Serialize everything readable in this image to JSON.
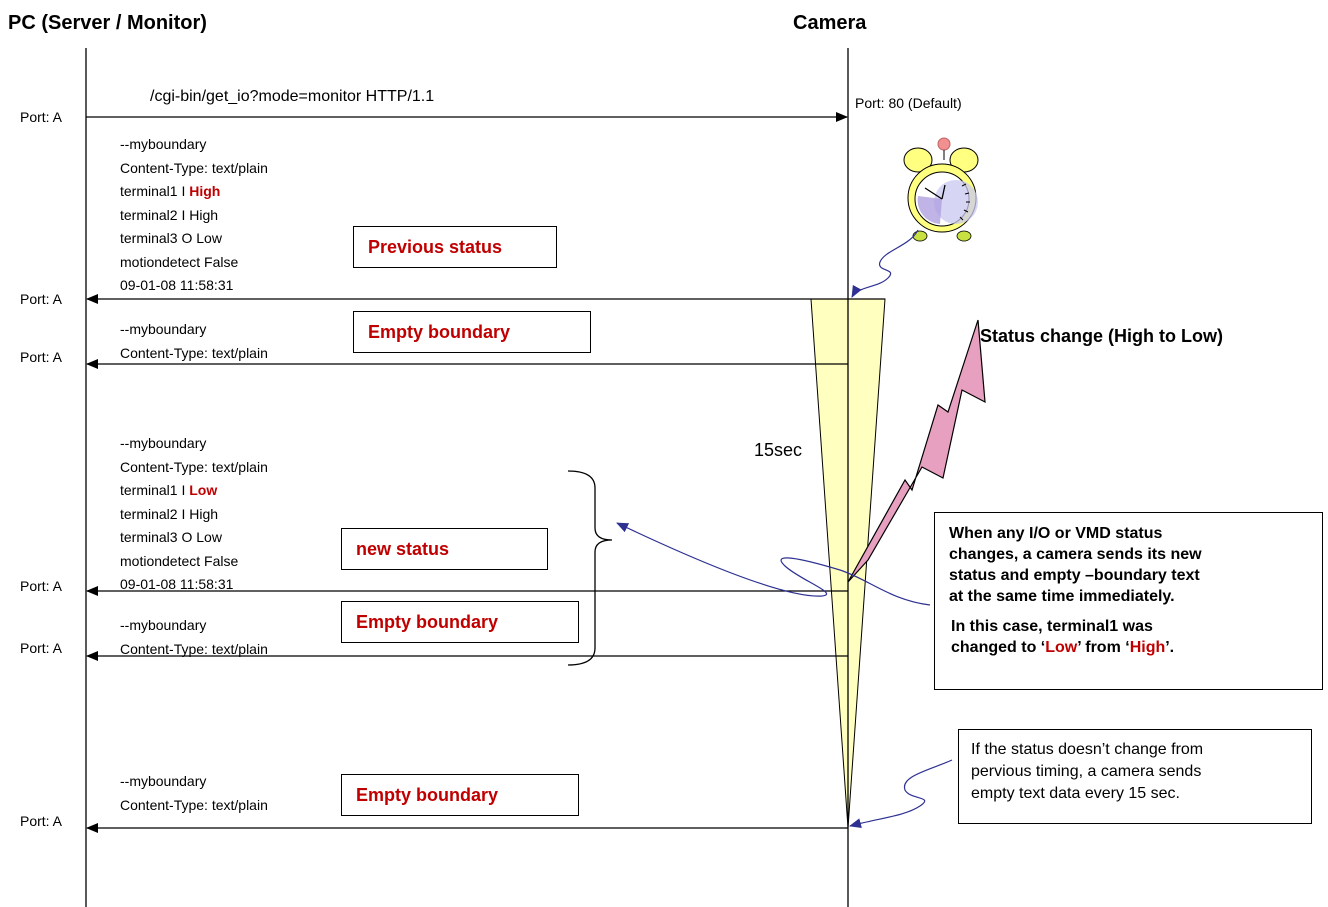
{
  "headers": {
    "left": "PC (Server / Monitor)",
    "right": "Camera"
  },
  "ports": {
    "pc": "Port: A",
    "camera": "Port: 80 (Default)"
  },
  "request": "/cgi-bin/get_io?mode=monitor HTTP/1.1",
  "previous_block": {
    "boundary": "--myboundary",
    "content_type": "Content-Type: text/plain",
    "t1_prefix": "terminal1 I ",
    "t1_value": "High",
    "t2": "terminal2 I High",
    "t3": "terminal3 O Low",
    "motion": "motiondetect False",
    "time": "09-01-08 11:58:31"
  },
  "new_block": {
    "boundary": "--myboundary",
    "content_type": "Content-Type: text/plain",
    "t1_prefix": "terminal1 I ",
    "t1_value": "Low",
    "t2": "terminal2 I High",
    "t3": "terminal3 O Low",
    "motion": "motiondetect False",
    "time": "09-01-08 11:58:31"
  },
  "empty_block": {
    "boundary": "--myboundary",
    "content_type": "Content-Type: text/plain"
  },
  "labels": {
    "previous_status": "Previous status",
    "empty_boundary": "Empty boundary",
    "new_status": "new status"
  },
  "interval": "15sec",
  "status_change": "Status change (High to Low)",
  "change_note": {
    "line1": "When any I/O or VMD status",
    "line2": "changes, a camera sends its new",
    "line3": "status and empty –boundary text",
    "line4": "at the same time  immediately.",
    "line5": "In this case, terminal1 was",
    "line6_a": "changed to ‘",
    "line6_low": "Low",
    "line6_b": "’ from ‘",
    "line6_high": "High",
    "line6_c": "’."
  },
  "idle_note": {
    "line1": "If the status doesn’t change from",
    "line2": "pervious timing, a camera sends",
    "line3": "empty text data every 15 sec."
  },
  "colors": {
    "highlight_red": "#c00000",
    "timer_fill": "#ffffc0",
    "lightning_fill": "#e8a0c0",
    "link_blue": "#2e3192"
  },
  "icons": {
    "clock": "alarm-clock-icon",
    "lightning": "lightning-bolt-icon"
  }
}
